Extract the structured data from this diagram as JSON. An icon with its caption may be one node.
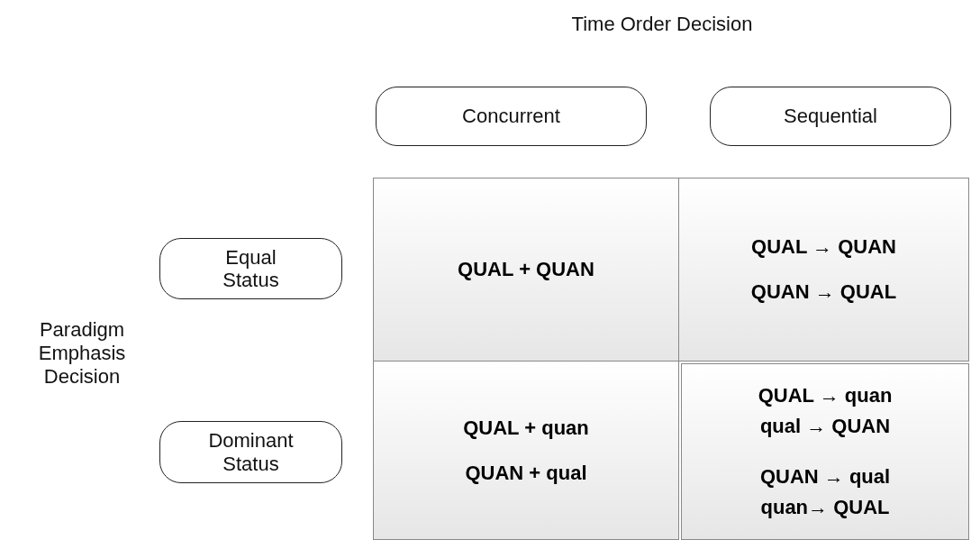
{
  "diagram": {
    "nodes": [
      {
        "text": [
          "Concurrent"
        ]
      },
      {
        "text": [
          "Sequential"
        ]
      },
      {
        "text": [
          "Equal Status"
        ]
      },
      {
        "text": [
          "Dominant Status"
        ]
      },
      {
        "text": [
          "QUAL + QUAN"
        ]
      },
      {
        "text": [
          "QUAL → QUAN",
          "QUAN → QUAL"
        ]
      },
      {
        "text": [
          "QUAL + quan",
          "QUAN + qual"
        ]
      },
      {
        "text": [
          "QUAL → quan",
          "qual → QUAN",
          "QUAN → qual",
          "quan→ QUAL"
        ]
      }
    ],
    "labels": [
      "Time Order Decision",
      "Paradigm Emphasis Decision"
    ]
  }
}
